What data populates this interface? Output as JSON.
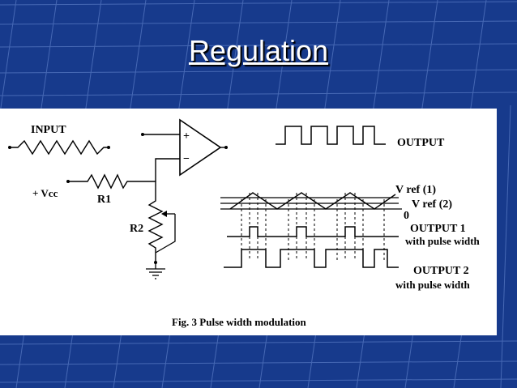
{
  "slide": {
    "title": "Regulation",
    "background_color": "#173a8c",
    "title_color": "#ffffff"
  },
  "figure": {
    "labels": {
      "input": "INPUT",
      "vcc": "+ Vcc",
      "r1": "R1",
      "r2": "R2",
      "plus": "+",
      "minus": "−",
      "output": "OUTPUT",
      "vref1": "V ref (1)",
      "vref2": "V ref (2)",
      "zero": "0",
      "output1": "OUTPUT 1",
      "output1_sub": "with pulse width",
      "output2": "OUTPUT 2",
      "output2_sub": "with pulse width",
      "caption": "Fig. 3 Pulse width modulation"
    }
  }
}
